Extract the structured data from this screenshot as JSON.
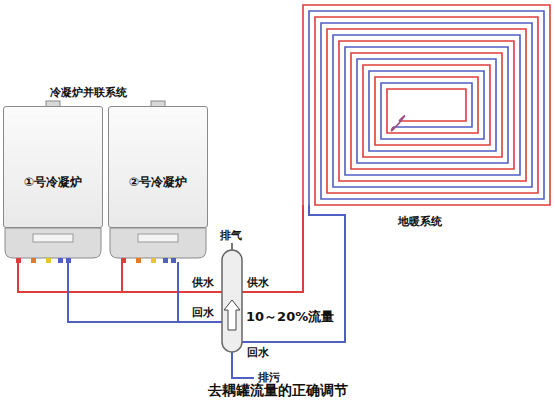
{
  "diagram": {
    "caption": "去耦罐流量的正确调节",
    "nodes": [
      {
        "text": [
          "①号冷凝炉"
        ]
      },
      {
        "text": [
          "②号冷凝炉"
        ]
      }
    ],
    "labels": [
      "冷凝炉并联系统",
      "排气",
      "供水",
      "供水",
      "回水",
      "回水",
      "10～20%流量",
      "排污",
      "地暖系统"
    ]
  }
}
